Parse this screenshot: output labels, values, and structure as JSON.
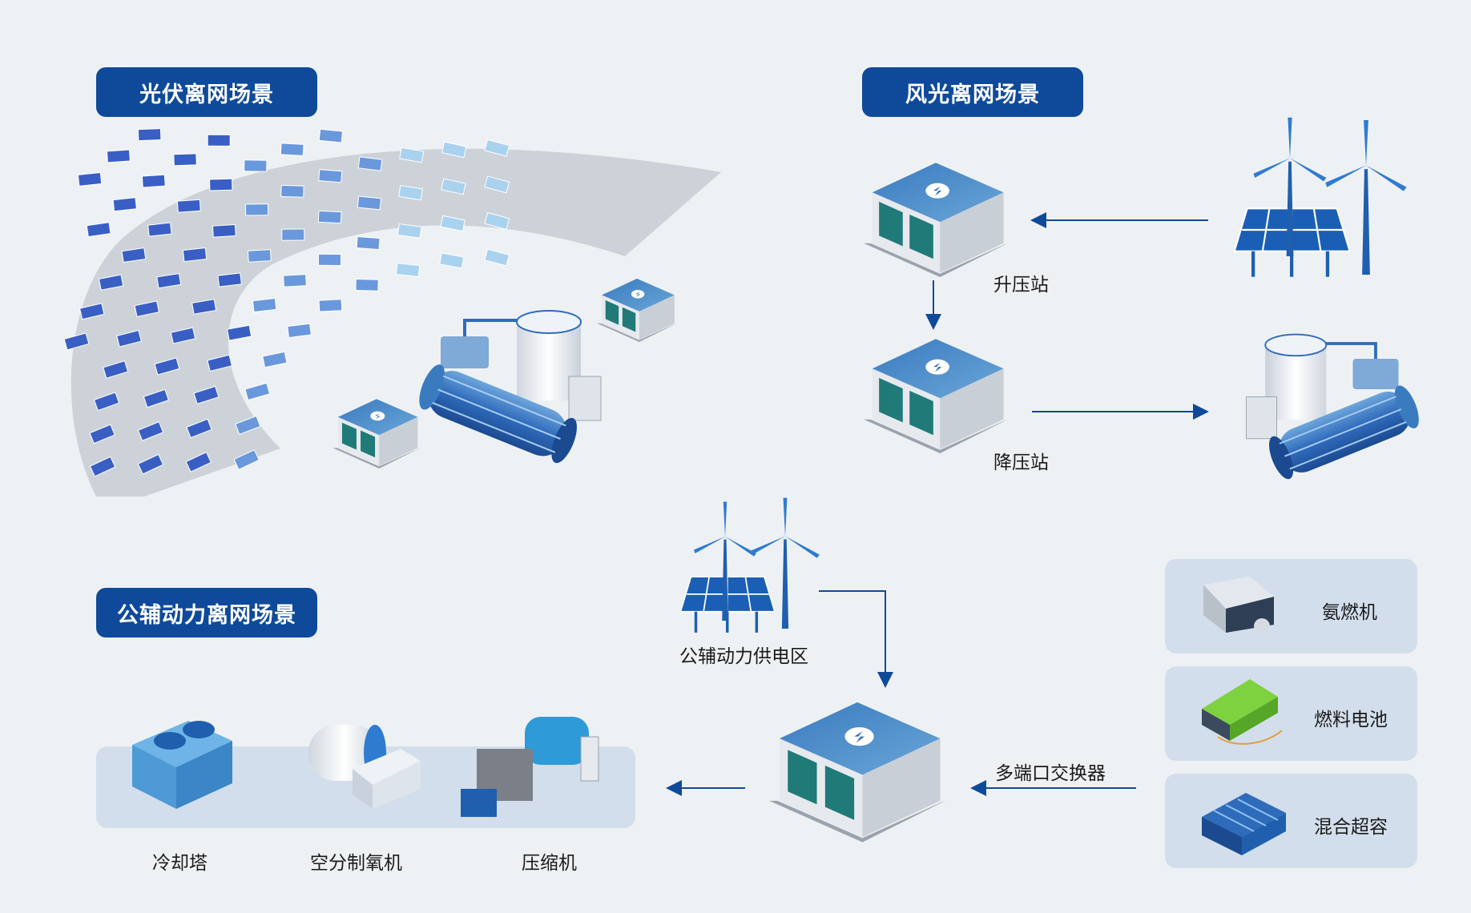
{
  "scenes": {
    "pv": "光伏离网场景",
    "wind_pv": "风光离网场景",
    "aux": "公辅动力离网场景"
  },
  "stations": {
    "step_up": "升压站",
    "step_down": "降压站"
  },
  "aux_area": "公辅动力供电区",
  "switch": "多端口交换器",
  "loads": [
    "冷却塔",
    "空分制氧机",
    "压缩机"
  ],
  "sources": [
    "氨燃机",
    "燃料电池",
    "混合超容"
  ],
  "colors": {
    "accent": "#0f4a9a",
    "panel": "#d3deec",
    "background": "#eef1f3"
  }
}
